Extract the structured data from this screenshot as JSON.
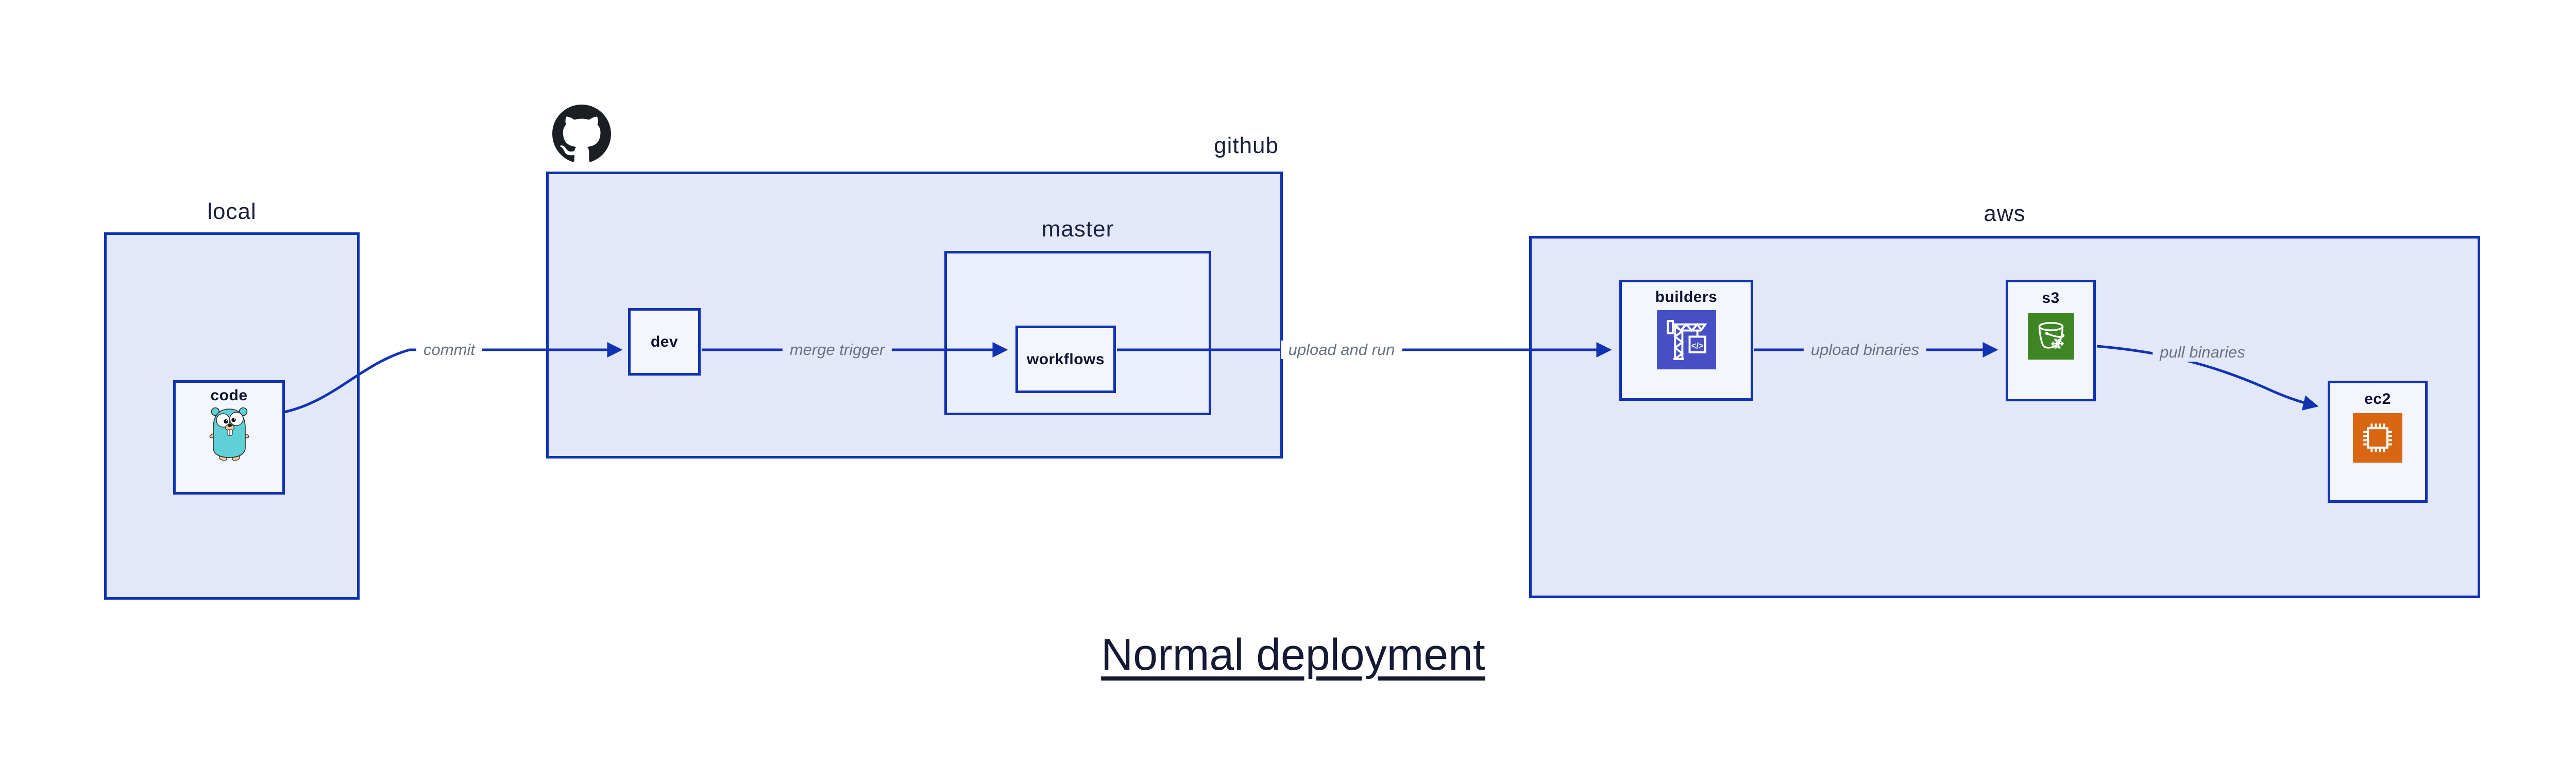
{
  "title": {
    "text": "Normal deployment"
  },
  "groups": {
    "local": {
      "label": "local"
    },
    "github": {
      "label": "github",
      "logo_icon": "github-octocat-icon"
    },
    "master": {
      "label": "master"
    },
    "aws": {
      "label": "aws"
    }
  },
  "nodes": {
    "code": {
      "label": "code",
      "icon": "go-gopher-icon"
    },
    "dev": {
      "label": "dev"
    },
    "workflows": {
      "label": "workflows"
    },
    "builders": {
      "label": "builders",
      "icon": "aws-codebuild-icon",
      "icon_glyph": "</>",
      "icon_bg": "#474fc5"
    },
    "s3": {
      "label": "s3",
      "icon": "aws-s3-glacier-icon",
      "icon_bg": "#3e8624"
    },
    "ec2": {
      "label": "ec2",
      "icon": "aws-ec2-icon",
      "icon_bg": "#d86613"
    }
  },
  "edges": [
    {
      "id": "commit",
      "label": "commit",
      "from": "code",
      "to": "dev"
    },
    {
      "id": "merge-trigger",
      "label": "merge trigger",
      "from": "dev",
      "to": "workflows"
    },
    {
      "id": "upload-and-run",
      "label": "upload and run",
      "from": "workflows",
      "to": "builders"
    },
    {
      "id": "upload-binaries",
      "label": "upload binaries",
      "from": "builders",
      "to": "s3"
    },
    {
      "id": "pull-binaries",
      "label": "pull binaries",
      "from": "s3",
      "to": "ec2"
    }
  ],
  "colors": {
    "stroke_blue": "#1133b3",
    "group_fill": "#e2e8fa",
    "master_fill": "#ebeffc",
    "node_fill": "#f4f6fd",
    "edge_label_gray": "#6a7280",
    "text_dark": "#141a34",
    "codebuild_purple": "#474fc5",
    "s3_glacier_green": "#3e8624",
    "ec2_orange": "#d86613",
    "gopher_teal": "#5fd0d8",
    "octocat_black": "#1b1f23"
  }
}
